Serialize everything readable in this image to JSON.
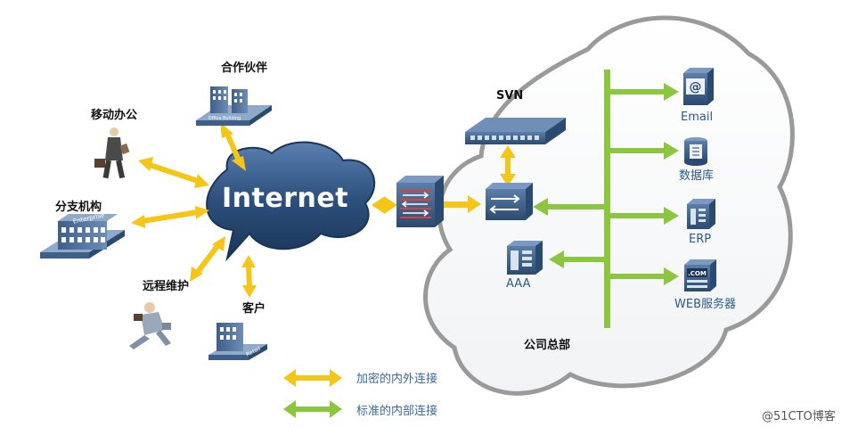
{
  "internet": {
    "label": "Internet"
  },
  "external_nodes": {
    "partner": {
      "label": "合作伙伴",
      "building_sign": "Office Building"
    },
    "mobile": {
      "label": "移动办公"
    },
    "branch": {
      "label": "分支机构",
      "building_sign": "Enterprise"
    },
    "remote": {
      "label": "远程维护"
    },
    "customer": {
      "label": "客户",
      "building_sign": "Retail"
    }
  },
  "hq": {
    "label": "公司总部",
    "svn": {
      "label": "SVN"
    },
    "aaa": {
      "label": "AAA"
    },
    "servers": [
      {
        "label": "Email",
        "icon": "email-server-icon"
      },
      {
        "label": "数据库",
        "icon": "database-icon"
      },
      {
        "label": "ERP",
        "icon": "erp-server-icon"
      },
      {
        "label": "WEB服务器",
        "icon": "web-server-icon",
        "badge": ".COM"
      }
    ]
  },
  "legend": [
    {
      "label": "加密的内外连接",
      "color": "#f5c518"
    },
    {
      "label": "标准的内部连接",
      "color": "#8cc63f"
    }
  ],
  "colors": {
    "encrypted": "#f5c518",
    "standard": "#8cc63f",
    "cloud_fill": "#2c4f7c",
    "hq_outline": "#9a9a9a",
    "device_blue": "#34587f"
  },
  "watermark": "@51CTO博客"
}
